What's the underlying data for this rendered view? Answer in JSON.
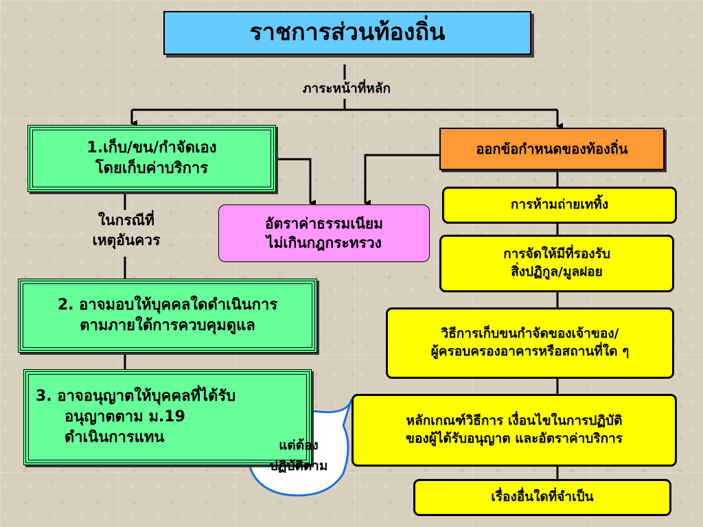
{
  "title": "ราชการส่วนท้องถิ่น",
  "main_duty_label": "ภาระหน้าที่หลัก",
  "left_branch": {
    "box1_line1": "1.เก็บ/ขน/กำจัดเอง",
    "box1_line2": "โดยเก็บค่าบริการ",
    "condition_line1": "ในกรณีที่",
    "condition_line2": "เหตุอันควร",
    "box2_line1": "2. อาจมอบให้บุคคลใดดำเนินการ",
    "box2_line2": "ตามภายใต้การควบคุมดูแล",
    "box3_line1": "3. อาจอนุญาตให้บุคคลที่ได้รับ",
    "box3_line2": "อนุญาตตาม ม.19",
    "box3_line3": "ดำเนินการแทน"
  },
  "fee_box": {
    "line1": "อัตราค่าธรรมเนียม",
    "line2": "ไม่เกินกฎกระทรวง"
  },
  "right_branch": {
    "header": "ออกข้อกำหนดของท้องถิ่น",
    "items": [
      {
        "lines": [
          "การห้ามถ่ายเททิ้ง"
        ]
      },
      {
        "lines": [
          "การจัดให้มีที่รองรับ",
          "สิ่งปฏิกูล/มูลฝอย"
        ]
      },
      {
        "lines": [
          "วิธีการเก็บขนกำจัดของเจ้าของ/",
          "ผู้ครอบครองอาคารหรือสถานที่ใด ๆ"
        ]
      },
      {
        "lines": [
          "หลักเกณฑ์วิธีการ เงื่อนไขในการปฏิบัติ",
          "ของผู้ได้รับอนุญาต และอัตราค่าบริการ"
        ]
      },
      {
        "lines": [
          "เรื่องอื่นใดที่จำเป็น"
        ]
      }
    ]
  },
  "callout": {
    "line1": "แต่ต้อง",
    "line2": "ปฏิบัติตาม"
  },
  "colors": {
    "title_fill": "#66ccff",
    "green_fill": "#66ff99",
    "orange_fill": "#ff9933",
    "pink_fill": "#ff99ff",
    "yellow_fill": "#ffff00",
    "callout_stroke": "#1e6fd9"
  }
}
